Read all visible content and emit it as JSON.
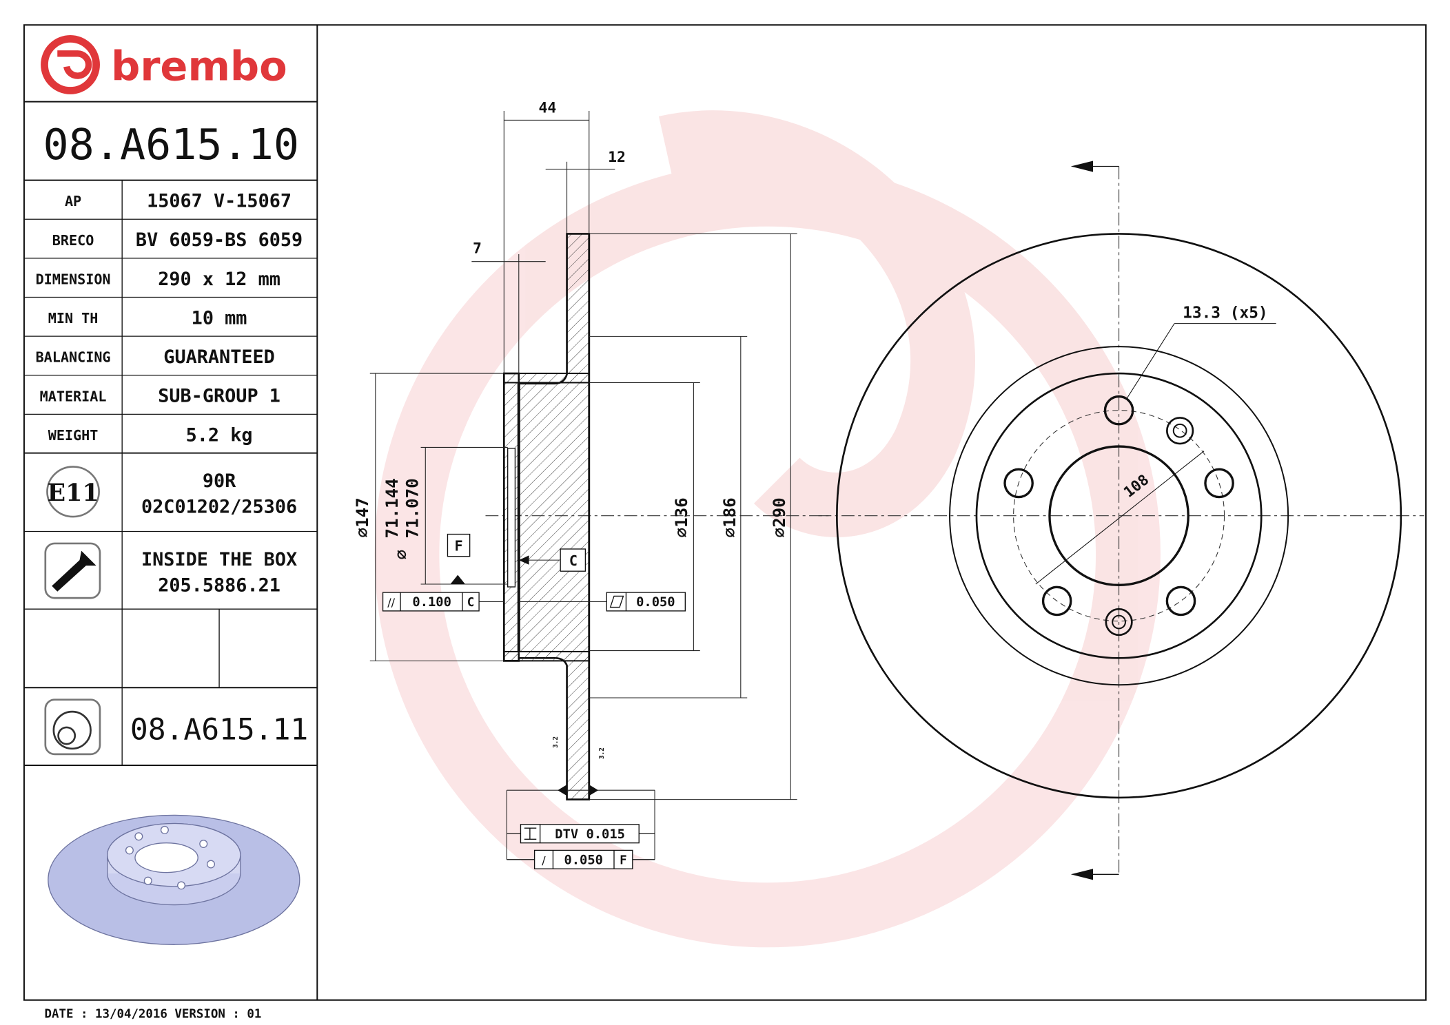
{
  "brand": {
    "logo_text": "brembo",
    "color": "#e0373a"
  },
  "part_number": "08.A615.10",
  "specs": [
    {
      "label": "AP",
      "value": "15067 V-15067"
    },
    {
      "label": "BRECO",
      "value": "BV 6059-BS 6059"
    },
    {
      "label": "DIMENSION",
      "value": "290 x 12 mm"
    },
    {
      "label": "MIN TH",
      "value": "10 mm"
    },
    {
      "label": "BALANCING",
      "value": "GUARANTEED"
    },
    {
      "label": "MATERIAL",
      "value": "SUB-GROUP 1"
    },
    {
      "label": "WEIGHT",
      "value": "5.2 kg"
    }
  ],
  "approval": {
    "mark": "E11",
    "line1": "90R",
    "line2": "02C01202/25306"
  },
  "screw": {
    "icon": "screw-icon",
    "line1": "INSIDE THE BOX",
    "line2": "205.5886.21"
  },
  "alternative": {
    "icon": "coated-disc-icon",
    "part_number": "08.A615.11"
  },
  "footer": {
    "date_line": "DATE : 13/04/2016 VERSION : 01"
  },
  "drawing": {
    "width_44": "44",
    "thickness_12": "12",
    "offset_7": "7",
    "d147": "∅147",
    "d71_prefix": "∅",
    "d71_max": "71.144",
    "d71_min": "71.070",
    "d136": "∅136",
    "d186": "∅186",
    "d290": "∅290",
    "datum_f": "F",
    "datum_c": "C",
    "parallelism_symbol": "//",
    "parallelism_value": "0.100",
    "parallelism_datum": "C",
    "flatness_value": "0.050",
    "dtv": "DTV 0.015",
    "runout_symbol": "/",
    "runout_value": "0.050",
    "runout_datum": "F",
    "roughness": "3.2",
    "holes": "13.3 (x5)",
    "pcd": "108"
  }
}
